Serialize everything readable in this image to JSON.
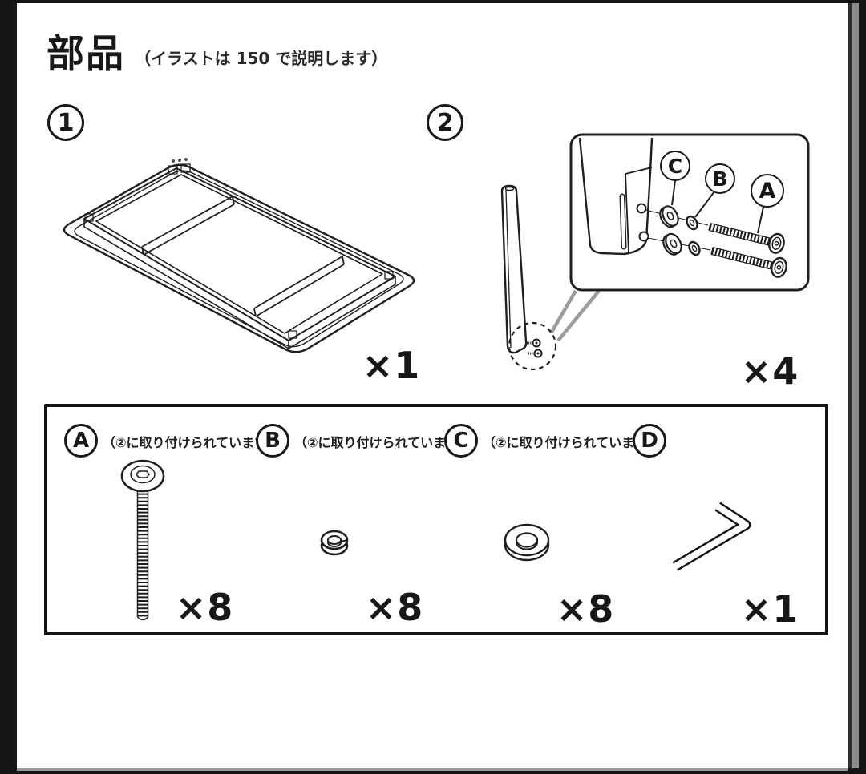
{
  "page": {
    "title": "部品",
    "subtitle": "（イラストは 150 で説明します）"
  },
  "main_parts": [
    {
      "badge": "1",
      "name": "tabletop-frame",
      "count": "×1"
    },
    {
      "badge": "2",
      "name": "table-leg",
      "count": "×4"
    }
  ],
  "callout": {
    "labels": {
      "a": "A",
      "b": "B",
      "c": "C"
    }
  },
  "hardware_box": {
    "items": [
      {
        "label": "A",
        "note": "（②に取り付けられています）",
        "count": "×8",
        "part": "bolt"
      },
      {
        "label": "B",
        "note": "（②に取り付けられています）",
        "count": "×8",
        "part": "spring-washer"
      },
      {
        "label": "C",
        "note": "（②に取り付けられています）",
        "count": "×8",
        "part": "flat-washer"
      },
      {
        "label": "D",
        "note": "",
        "count": "×1",
        "part": "hex-key"
      }
    ]
  }
}
